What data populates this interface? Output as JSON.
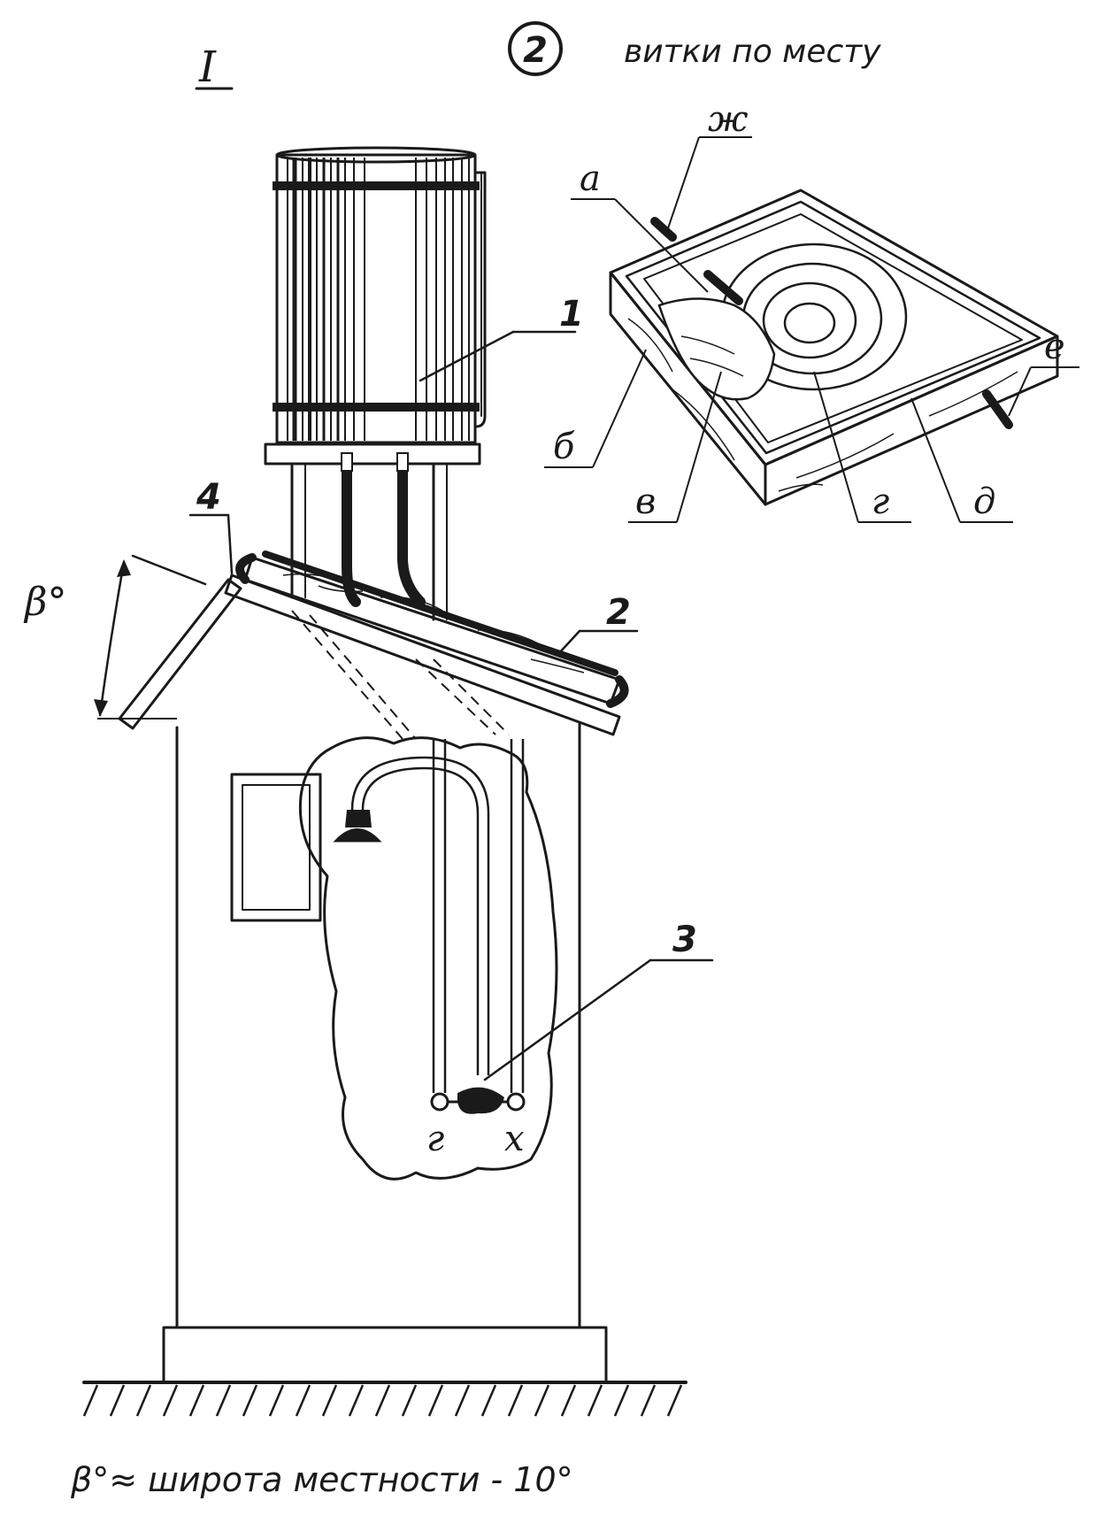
{
  "figure": {
    "roman_numeral": "I",
    "detail_number": "2",
    "detail_caption": "витки по месту",
    "angle_symbol": "β°",
    "formula": "β°≈ широта местности  - 10°"
  },
  "callouts": {
    "tank": "1",
    "collector": "2",
    "mixer": "3",
    "roof": "4"
  },
  "valves": {
    "hot": "г",
    "cold": "х"
  },
  "detail_labels": {
    "a": "а",
    "b": "б",
    "v": "в",
    "g": "г",
    "d": "д",
    "e": "е",
    "zh": "ж"
  }
}
